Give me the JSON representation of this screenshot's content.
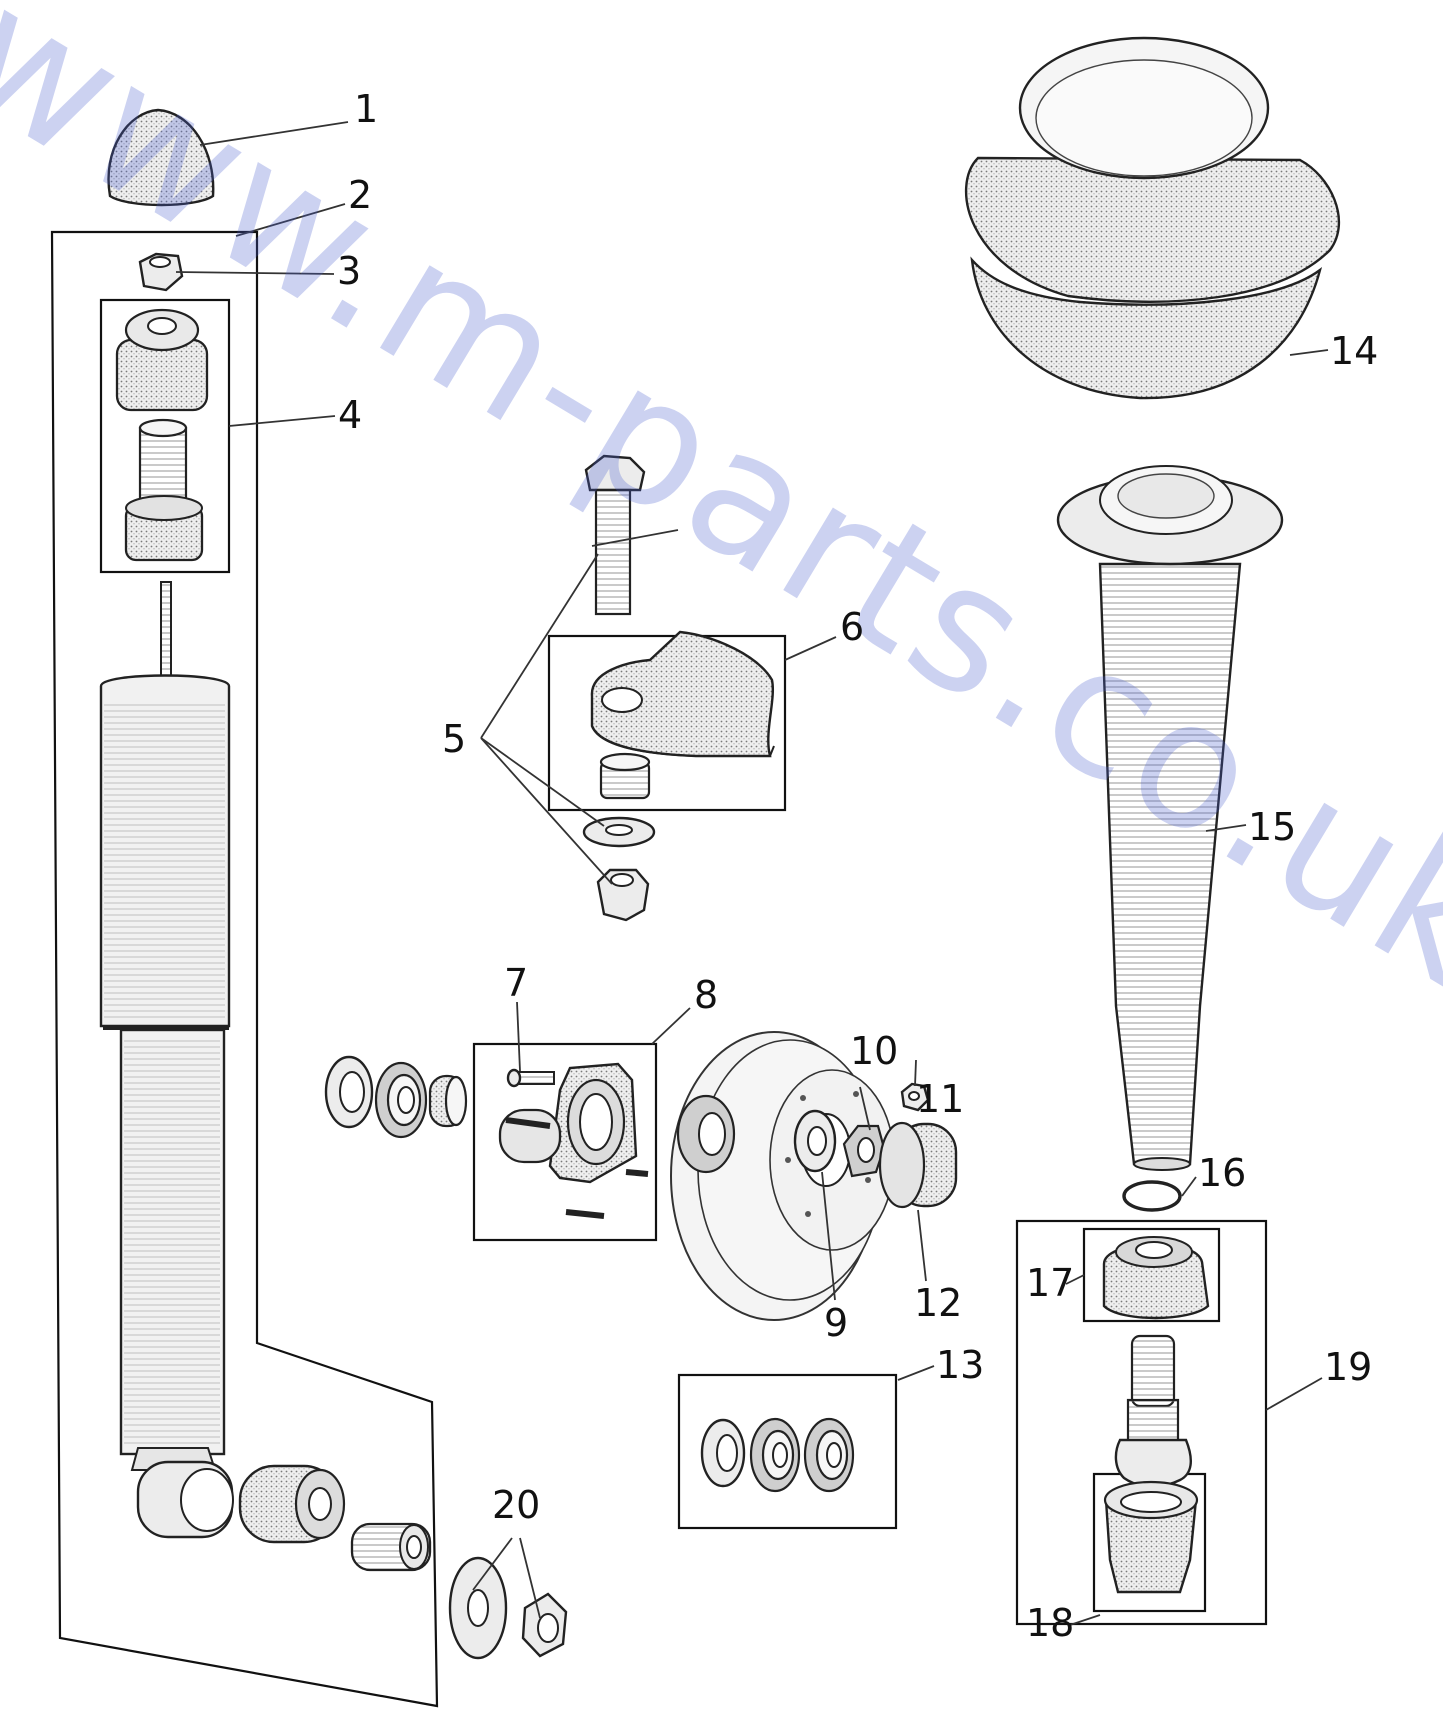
{
  "callouts": [
    "1",
    "2",
    "3",
    "4",
    "5",
    "6",
    "7",
    "8",
    "9",
    "10",
    "11",
    "12",
    "13",
    "14",
    "15",
    "16",
    "17",
    "18",
    "19",
    "20"
  ],
  "watermark": "www.m-parts.co.uk"
}
